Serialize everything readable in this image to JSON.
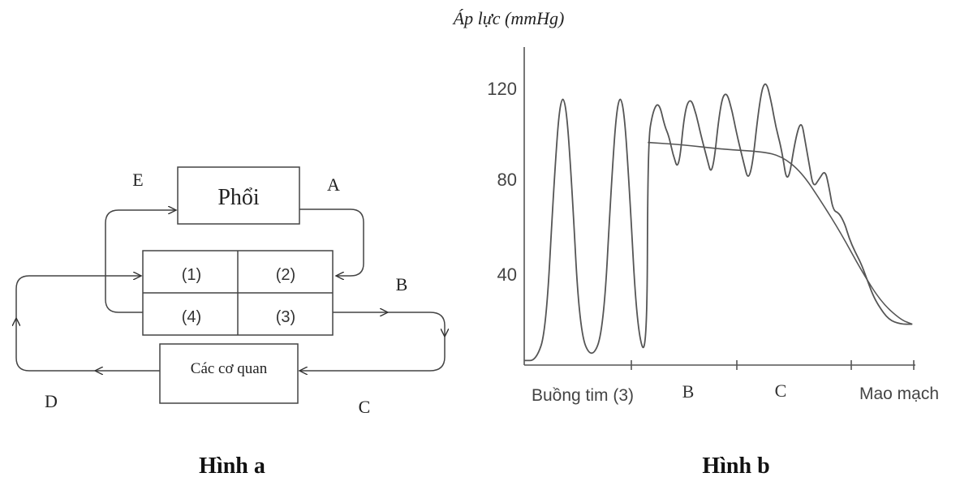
{
  "figure_a": {
    "caption": "Hình a",
    "organ_lung": "Phổi",
    "organ_body": "Các cơ quan",
    "chambers": [
      "(1)",
      "(2)",
      "(4)",
      "(3)"
    ],
    "vessel_labels": {
      "A": "A",
      "B": "B",
      "C": "C",
      "D": "D",
      "E": "E"
    }
  },
  "figure_b": {
    "caption": "Hình b",
    "ylabel": "Áp lực (mmHg)",
    "yticks": [
      "120",
      "80",
      "40"
    ],
    "x_sections": [
      "Buồng tim (3)",
      "B",
      "C",
      "Mao mạch"
    ]
  },
  "chart_data": {
    "type": "line",
    "ylabel": "Áp lực (mmHg)",
    "yticks": [
      40,
      80,
      120
    ],
    "x_categories": [
      "Buồng tim (3)",
      "B",
      "C",
      "Mao mạch"
    ],
    "series": [
      {
        "values": [
          [
            0,
            2
          ],
          [
            0.3,
            2
          ],
          [
            0.55,
            15
          ],
          [
            0.75,
            80
          ],
          [
            0.9,
            117
          ],
          [
            1.05,
            117
          ],
          [
            1.2,
            80
          ],
          [
            1.4,
            15
          ],
          [
            1.7,
            2
          ],
          [
            2.0,
            15
          ],
          [
            2.2,
            80
          ],
          [
            2.35,
            117
          ],
          [
            2.5,
            117
          ],
          [
            2.65,
            80
          ],
          [
            2.85,
            15
          ],
          [
            3.1,
            2
          ],
          [
            3.12,
            98
          ],
          [
            3.25,
            112
          ],
          [
            3.4,
            116
          ],
          [
            3.55,
            105
          ],
          [
            3.65,
            101
          ],
          [
            3.75,
            93
          ],
          [
            3.9,
            85
          ],
          [
            4.05,
            112
          ],
          [
            4.2,
            118
          ],
          [
            4.35,
            110
          ],
          [
            4.45,
            102
          ],
          [
            4.6,
            92
          ],
          [
            4.75,
            82
          ],
          [
            4.95,
            115
          ],
          [
            5.1,
            121
          ],
          [
            5.25,
            112
          ],
          [
            5.35,
            103
          ],
          [
            5.5,
            92
          ],
          [
            5.7,
            78
          ],
          [
            5.95,
            118
          ],
          [
            6.1,
            126
          ],
          [
            6.25,
            115
          ],
          [
            6.35,
            105
          ],
          [
            6.5,
            95
          ],
          [
            6.65,
            78
          ],
          [
            6.85,
            100
          ],
          [
            7.0,
            108
          ],
          [
            7.1,
            98
          ],
          [
            7.2,
            88
          ],
          [
            7.3,
            78
          ],
          [
            7.45,
            82
          ],
          [
            7.6,
            86
          ],
          [
            7.7,
            78
          ],
          [
            7.8,
            68
          ],
          [
            7.95,
            67
          ],
          [
            8.1,
            62
          ],
          [
            8.2,
            56
          ],
          [
            8.35,
            50
          ],
          [
            8.5,
            45
          ],
          [
            8.65,
            38
          ],
          [
            8.8,
            31
          ],
          [
            8.95,
            26
          ],
          [
            9.2,
            20
          ],
          [
            9.5,
            18
          ],
          [
            9.8,
            18
          ]
        ]
      },
      {
        "values": [
          [
            3.12,
            98
          ],
          [
            4.0,
            97
          ],
          [
            5.0,
            95
          ],
          [
            6.0,
            94
          ],
          [
            6.5,
            92
          ],
          [
            7.0,
            85
          ],
          [
            7.5,
            72
          ],
          [
            8.0,
            58
          ],
          [
            8.5,
            42
          ],
          [
            9.0,
            28
          ],
          [
            9.5,
            20
          ],
          [
            9.8,
            18
          ]
        ]
      }
    ]
  }
}
